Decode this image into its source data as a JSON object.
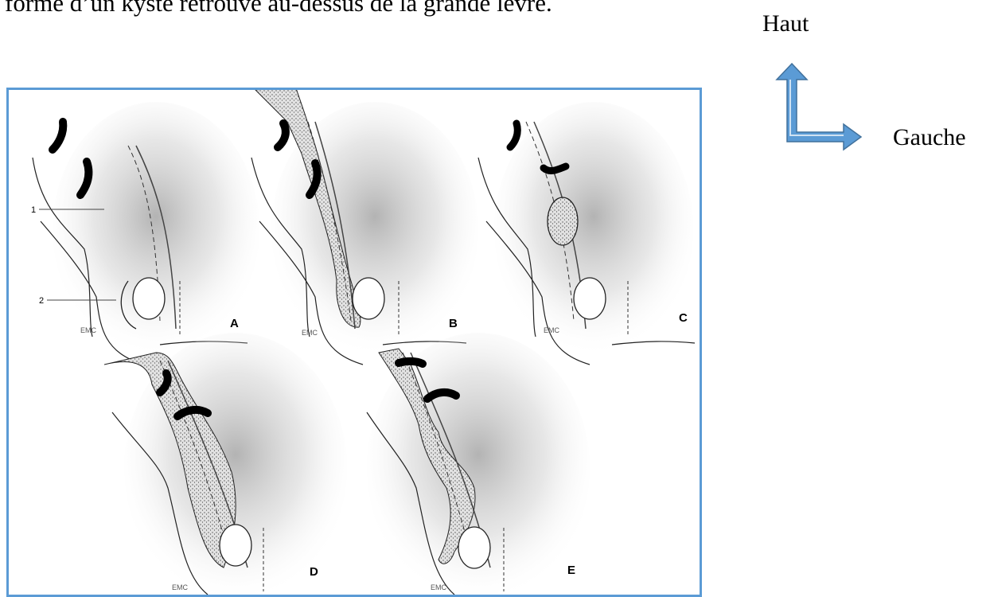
{
  "document": {
    "text_line": "forme d’un kyste retrouvé au-dessus de la grande lèvre."
  },
  "orientation": {
    "up_label": "Haut",
    "side_label": "Gauche",
    "arrow_color": "#5b9bd5"
  },
  "figure": {
    "border_color": "#5b9bd5",
    "panels": [
      {
        "letter": "A",
        "stamp": "EMC"
      },
      {
        "letter": "B",
        "stamp": "EMC"
      },
      {
        "letter": "C",
        "stamp": "EMC"
      },
      {
        "letter": "D",
        "stamp": "EMC"
      },
      {
        "letter": "E",
        "stamp": "EMC"
      }
    ],
    "labels": {
      "one": "1",
      "two": "2"
    }
  }
}
